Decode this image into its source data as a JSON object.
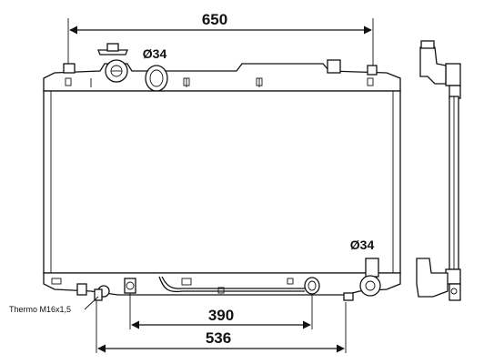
{
  "dimensions": {
    "overall_width": "650",
    "core_width": "536",
    "outlet_spacing": "390",
    "inlet_diameter": "Ø34",
    "outlet_diameter": "Ø34"
  },
  "annotations": {
    "thermo": "Thermo M16x1,5"
  }
}
